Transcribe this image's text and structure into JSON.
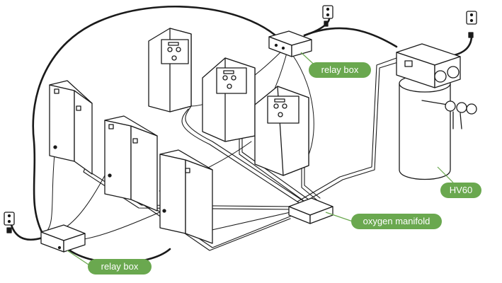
{
  "colors": {
    "callout_bg": "#6aa84f",
    "line": "#1a1a1a",
    "fill": "#ffffff"
  },
  "labels": {
    "relay_box_top": "relay box",
    "oxygen_manifold": "oxygen manifold",
    "hv60": "HV60",
    "relay_box_bottom": "relay box"
  },
  "icons": [
    "wall-outlet-icon",
    "power-plug-icon",
    "pressure-gauge-icon",
    "cooling-fan-icon"
  ]
}
